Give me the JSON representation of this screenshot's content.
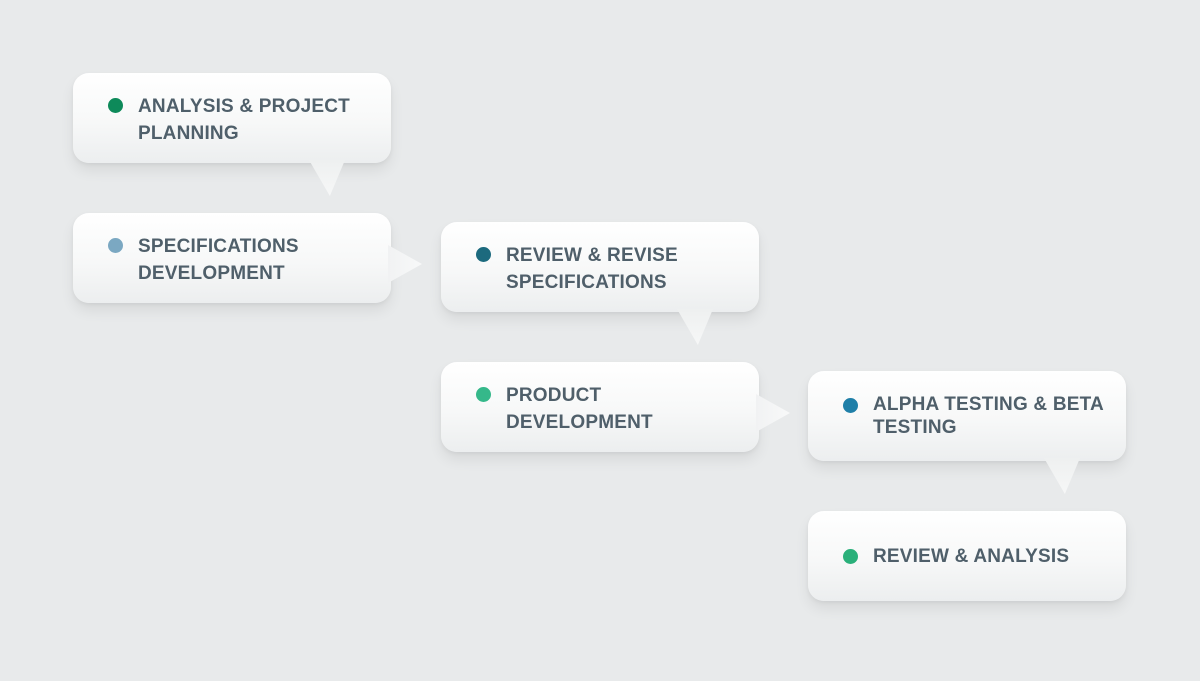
{
  "steps": [
    {
      "label": "ANALYSIS & PROJECT PLANNING",
      "dot_color": "#0e8a5a"
    },
    {
      "label": "SPECIFICATIONS DEVELOPMENT",
      "dot_color": "#7ba8c2"
    },
    {
      "label": "REVIEW & REVISE SPECIFICATIONS",
      "dot_color": "#1c6a7e"
    },
    {
      "label": "PRODUCT DEVELOPMENT",
      "dot_color": "#35b88a"
    },
    {
      "label": "ALPHA TESTING & BETA TESTING",
      "dot_color": "#1f7fa8"
    },
    {
      "label": "REVIEW & ANALYSIS",
      "dot_color": "#2ab07a"
    }
  ],
  "colors": {
    "background": "#e8eaeb",
    "text": "#4f5f6a",
    "card": "#f7f8f8"
  }
}
